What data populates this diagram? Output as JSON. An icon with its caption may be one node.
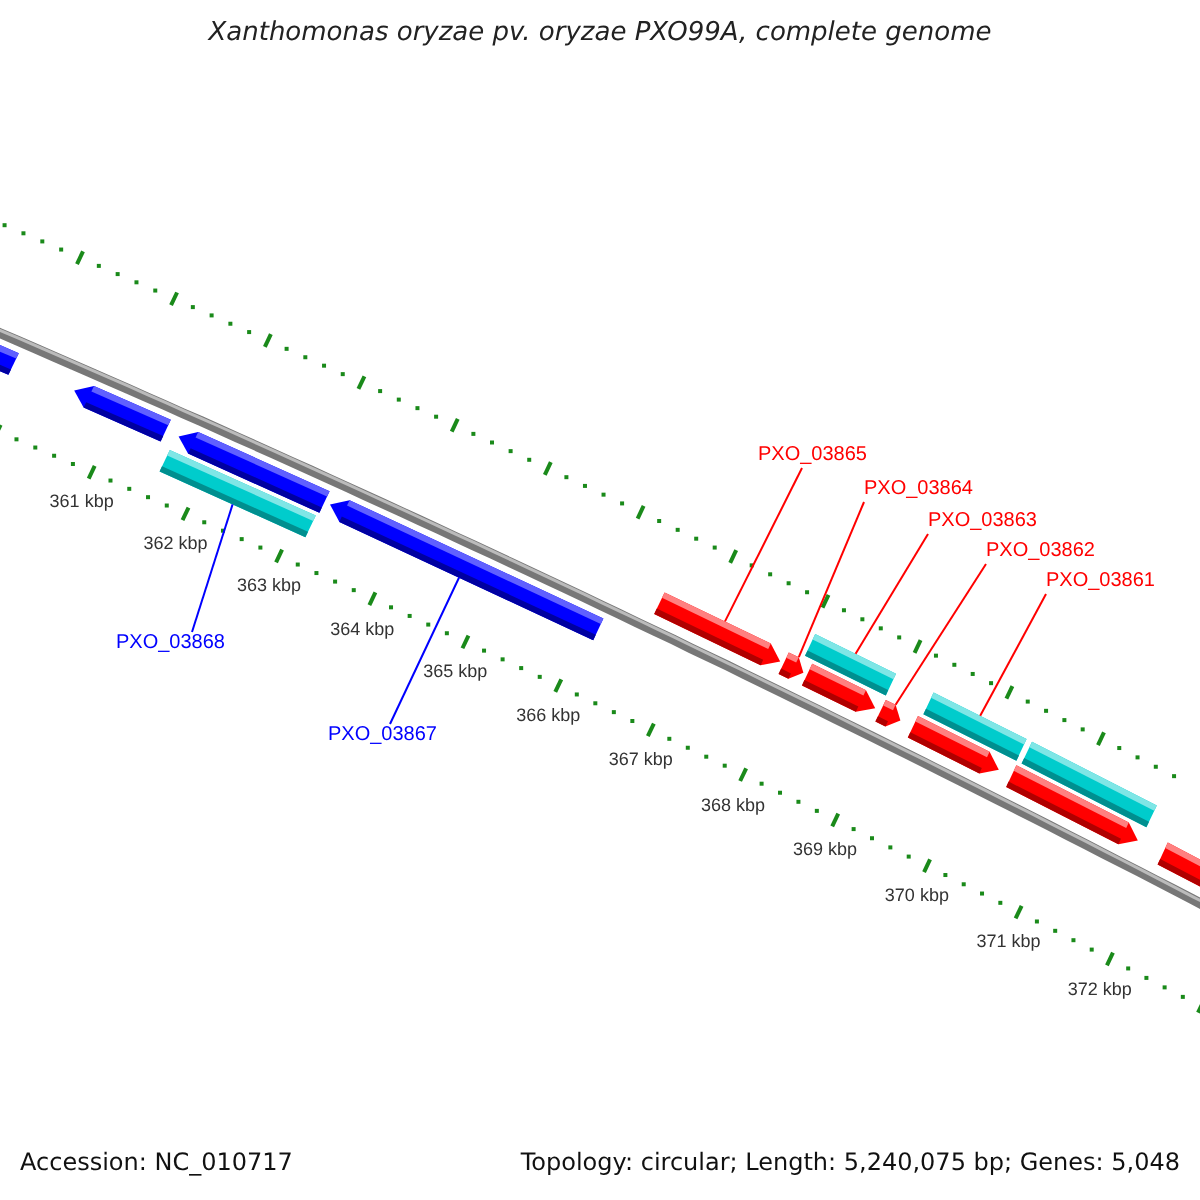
{
  "diagram": {
    "title": "Xanthomonas oryzae pv. oryzae PXO99A, complete genome",
    "nodes": [
      {
        "text": [
          "PXO_03865"
        ]
      },
      {
        "text": [
          "PXO_03864"
        ]
      },
      {
        "text": [
          "PXO_03863"
        ]
      },
      {
        "text": [
          "PXO_03862"
        ]
      },
      {
        "text": [
          "PXO_03861"
        ]
      },
      {
        "text": [
          "PXO_03868"
        ]
      },
      {
        "text": [
          "PXO_03867"
        ]
      },
      {
        "text": [],
        "shape": "pentagon"
      },
      {
        "text": [],
        "shape": "pentagon"
      },
      {
        "text": [],
        "shape": "pentagon"
      },
      {
        "text": [],
        "shape": "box"
      },
      {
        "text": [],
        "shape": "pentagon"
      },
      {
        "text": [],
        "shape": "pentagon"
      },
      {
        "text": [],
        "shape": "pentagon"
      },
      {
        "text": [],
        "shape": "box"
      },
      {
        "text": [],
        "shape": "pentagon"
      },
      {
        "text": [],
        "shape": "pentagon"
      },
      {
        "text": [],
        "shape": "box"
      },
      {
        "text": [],
        "shape": "pentagon"
      },
      {
        "text": [],
        "shape": "pentagon"
      },
      {
        "text": [],
        "shape": "box"
      },
      {
        "text": [],
        "shape": "pentagon"
      }
    ],
    "edges": [
      {
        "from": 0,
        "to": 12,
        "arrow": "none"
      },
      {
        "from": 1,
        "to": 13,
        "arrow": "none"
      },
      {
        "from": 2,
        "to": 14,
        "arrow": "none"
      },
      {
        "from": 3,
        "to": 16,
        "arrow": "none"
      },
      {
        "from": 4,
        "to": 17,
        "arrow": "none"
      },
      {
        "from": 5,
        "to": 10,
        "arrow": "none",
        "color": "#0000ff"
      },
      {
        "from": 6,
        "to": 11,
        "arrow": "none",
        "color": "#0000ff"
      }
    ],
    "labels": [
      "361 kbp",
      "362 kbp",
      "363 kbp",
      "364 kbp",
      "365 kbp",
      "366 kbp",
      "367 kbp",
      "368 kbp",
      "369 kbp",
      "370 kbp",
      "371 kbp",
      "372 kbp",
      "Accession: NC_010717",
      "Topology: circular; Length: 5,240,075 bp; Genes: 5,048"
    ]
  }
}
